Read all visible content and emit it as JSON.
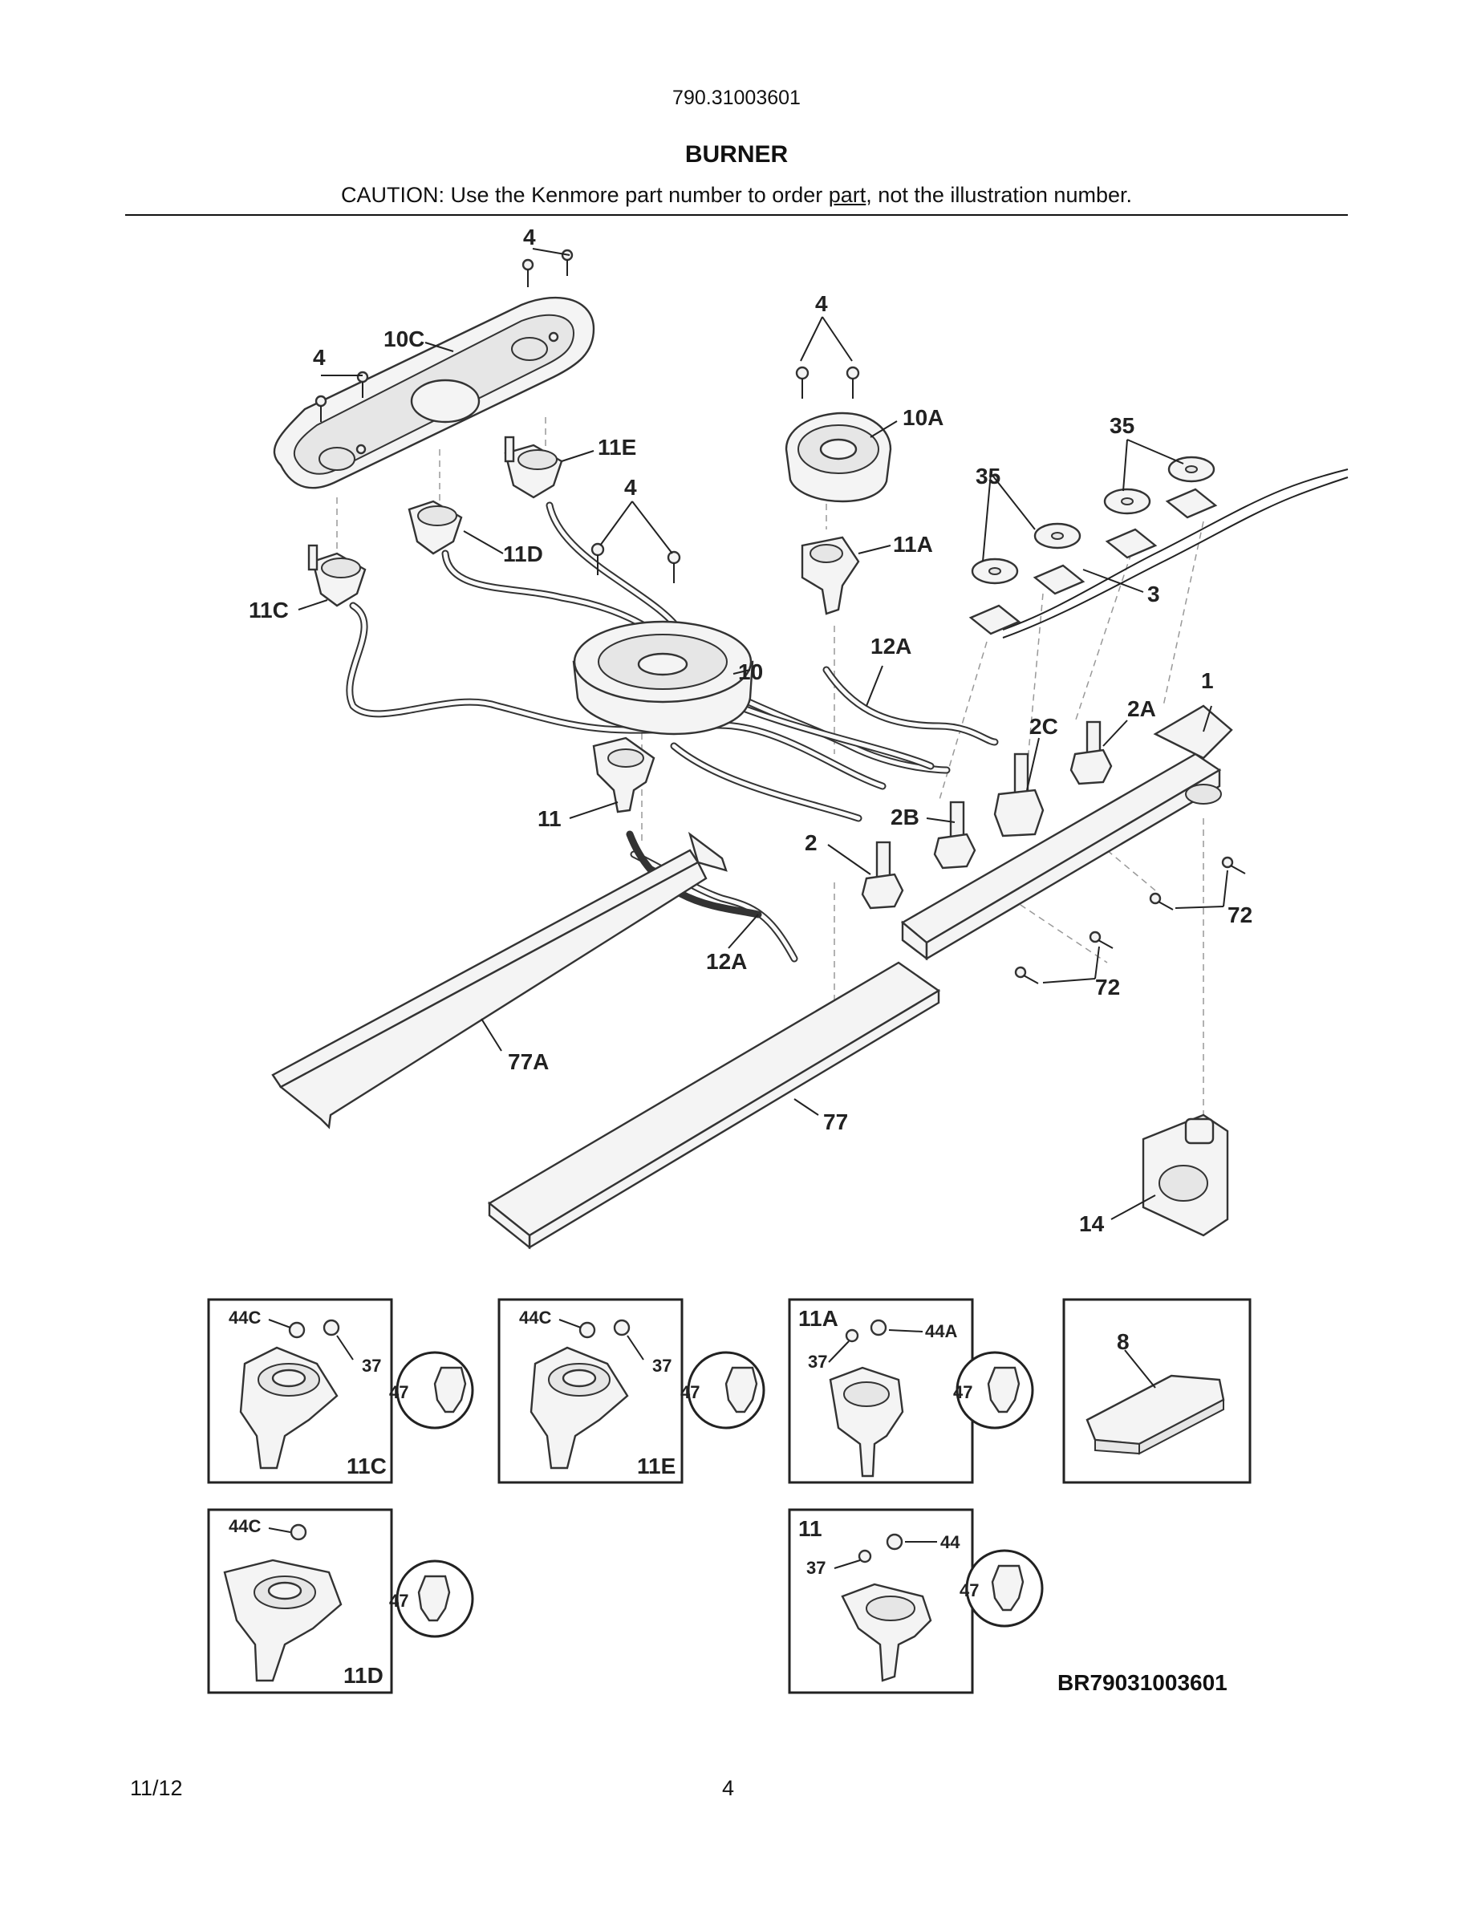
{
  "header": {
    "model": "790.31003601",
    "title": "BURNER",
    "caution_before": "CAUTION: Use the Kenmore part number to order ",
    "caution_underlined": "part",
    "caution_after": ", not the illustration number."
  },
  "callouts": {
    "c4_top": "4",
    "c4_left": "4",
    "c4_right": "4",
    "c4_mid": "4",
    "c10C": "10C",
    "c10A": "10A",
    "c11E": "11E",
    "c11D": "11D",
    "c11C": "11C",
    "c11A": "11A",
    "c35a": "35",
    "c35b": "35",
    "c3": "3",
    "c10": "10",
    "c12A_top": "12A",
    "c1": "1",
    "c2C": "2C",
    "c2A": "2A",
    "c11": "11",
    "c2B": "2B",
    "c2": "2",
    "c72a": "72",
    "c72b": "72",
    "c12A_low": "12A",
    "c77A": "77A",
    "c77": "77",
    "c14": "14"
  },
  "insets": {
    "i11C": {
      "title": "11C",
      "a": "44C",
      "b": "37",
      "c": "47"
    },
    "i11E": {
      "title": "11E",
      "a": "44C",
      "b": "37",
      "c": "47"
    },
    "i11A": {
      "title": "11A",
      "a": "44A",
      "b": "37",
      "c": "47"
    },
    "i8": {
      "a": "8"
    },
    "i11D": {
      "title": "11D",
      "a": "44C",
      "c": "47"
    },
    "i11": {
      "title": "11",
      "a": "44",
      "b": "37",
      "c": "47"
    }
  },
  "footer": {
    "drawing_code": "BR79031003601",
    "date": "11/12",
    "page": "4"
  }
}
